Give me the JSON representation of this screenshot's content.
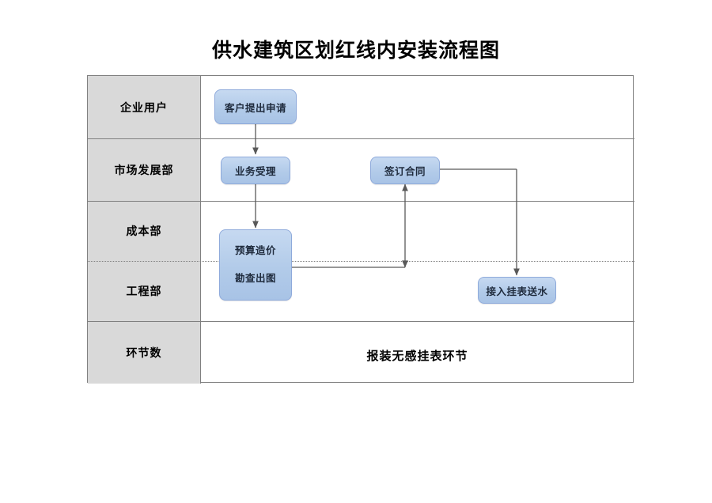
{
  "page": {
    "title": "供水建筑区划红线内安装流程图"
  },
  "table": {
    "rows": [
      {
        "label": "企业用户"
      },
      {
        "label": "市场发展部"
      },
      {
        "label": "成本部"
      },
      {
        "label": "工程部"
      },
      {
        "label": "环节数"
      }
    ],
    "footer_text": "报装无感挂表环节"
  },
  "nodes": [
    {
      "id": "apply",
      "label": "客户提出申请",
      "row": "企业用户"
    },
    {
      "id": "accept",
      "label": "业务受理",
      "row": "市场发展部"
    },
    {
      "id": "contract",
      "label": "签订合同",
      "row": "市场发展部"
    },
    {
      "id": "budget",
      "label": "预算造价",
      "row": "成本部"
    },
    {
      "id": "survey",
      "label": "勘查出图",
      "row": "工程部"
    },
    {
      "id": "connect",
      "label": "接入挂表送水",
      "row": "工程部"
    }
  ],
  "colors": {
    "node_fill_top": "#c6d9f1",
    "node_fill_bottom": "#a8c3e6",
    "node_border": "#8eaadb",
    "label_cell_bg": "#d9d9d9",
    "grid_line": "#808080",
    "connector": "#595959",
    "text": "#000000"
  }
}
